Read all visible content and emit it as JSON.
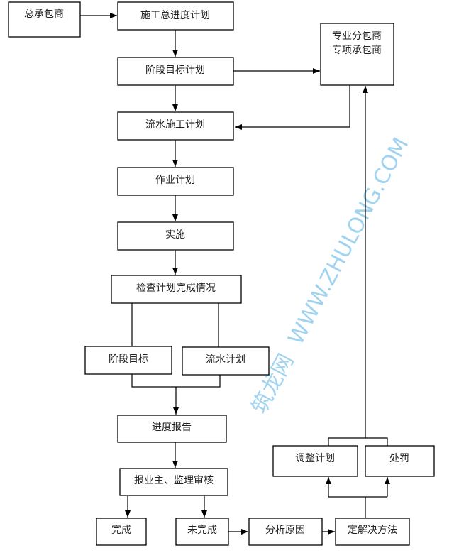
{
  "nodes": {
    "general_contractor": "总承包商",
    "master_schedule": "施工总进度计划",
    "stage_target_plan": "阶段目标计划",
    "subcontractor_line1": "专业分包商",
    "subcontractor_line2": "专项承包商",
    "flow_construction_plan": "流水施工计划",
    "work_plan": "作业计划",
    "implementation": "实施",
    "check_completion": "检查计划完成情况",
    "stage_target": "阶段目标",
    "flow_plan": "流水计划",
    "progress_report": "进度报告",
    "report_owner_supervisor": "报业主、监理审核",
    "completed": "完成",
    "not_completed": "未完成",
    "analyze_cause": "分析原因",
    "determine_solution": "定解决方法",
    "adjust_plan": "调整计划",
    "penalty": "处罚"
  },
  "watermark": {
    "cn": "筑龙网",
    "url": "WWW.ZHULONG.COM",
    "color": "#9fd3f0"
  }
}
